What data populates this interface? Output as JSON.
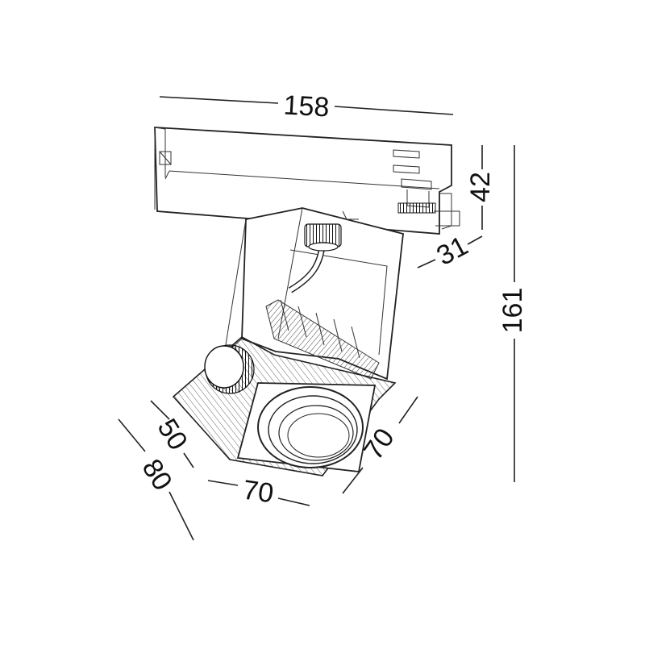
{
  "dimensions": {
    "track_length": "158",
    "adapter_height": "42",
    "adapter_depth": "31",
    "total_height": "161",
    "head_depth_front": "50",
    "head_depth_total": "80",
    "head_width": "70",
    "head_height": "70"
  },
  "colors": {
    "line": "#222222",
    "background": "#ffffff",
    "knob": "#111111"
  }
}
